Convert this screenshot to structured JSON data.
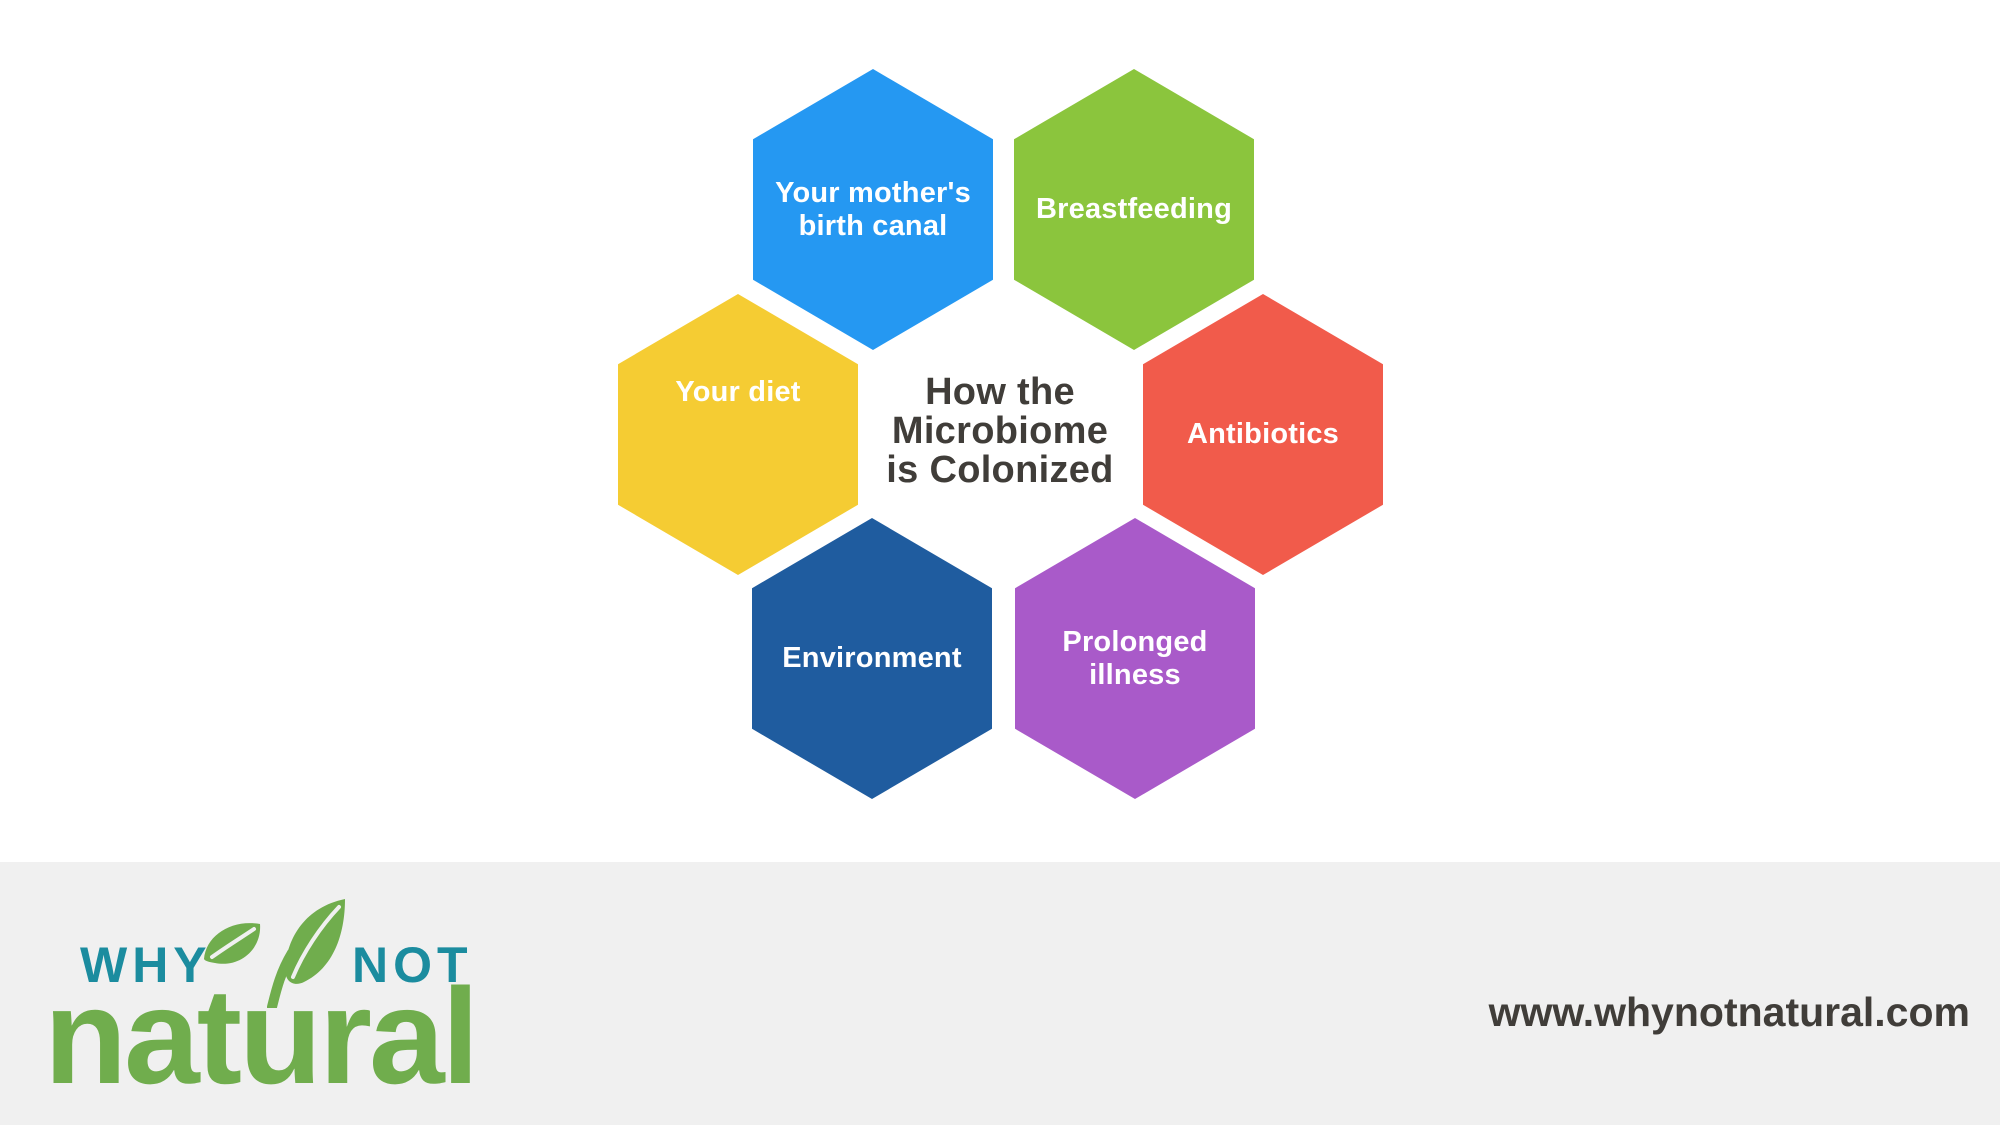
{
  "title": {
    "lines": [
      "How the",
      "Microbiome",
      "is Colonized"
    ]
  },
  "hexagons": [
    {
      "id": "mothers-birth-canal",
      "label": "Your mother's\nbirth canal",
      "color": "#2598F2",
      "position": "top-left"
    },
    {
      "id": "breastfeeding",
      "label": "Breastfeeding",
      "color": "#8BC53D",
      "position": "top-right"
    },
    {
      "id": "your-diet",
      "label": "Your diet",
      "color": "#F5CC33",
      "position": "middle-left"
    },
    {
      "id": "antibiotics",
      "label": "Antibiotics",
      "color": "#F15B4B",
      "position": "middle-right"
    },
    {
      "id": "environment",
      "label": "Environment",
      "color": "#1F5C9F",
      "position": "bottom-left"
    },
    {
      "id": "prolonged-illness",
      "label": "Prolonged\nillness",
      "color": "#A95AC9",
      "position": "bottom-right"
    }
  ],
  "footer": {
    "logo": {
      "word_why": "WHY",
      "word_not": "NOT",
      "word_natural": "natural",
      "sprout_icon": "sprout-leaves-icon"
    },
    "website_url": "www.whynotnatural.com"
  },
  "colors": {
    "background": "#FFFFFF",
    "footer_bg": "#F0F0F0",
    "title_text": "#403D39",
    "hex_label_text": "#FFFFFF",
    "logo_teal": "#1B8C9F",
    "logo_green": "#70AD4D",
    "url_text": "#403D39"
  }
}
